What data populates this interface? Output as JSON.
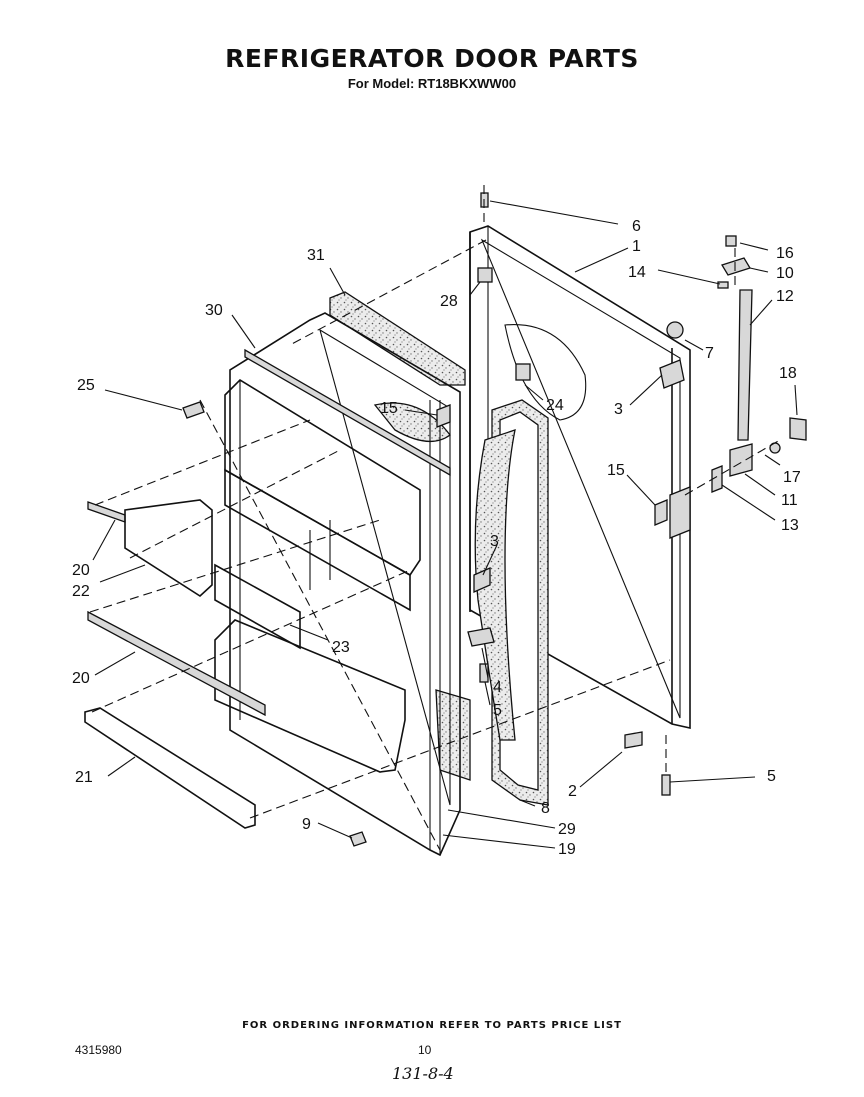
{
  "header": {
    "title": "REFRIGERATOR DOOR PARTS",
    "subtitle": "For Model: RT18BKXWW00"
  },
  "callouts": [
    {
      "label": "6"
    },
    {
      "label": "1"
    },
    {
      "label": "16"
    },
    {
      "label": "10"
    },
    {
      "label": "14"
    },
    {
      "label": "12"
    },
    {
      "label": "31"
    },
    {
      "label": "28"
    },
    {
      "label": "7"
    },
    {
      "label": "30"
    },
    {
      "label": "18"
    },
    {
      "label": "25"
    },
    {
      "label": "15"
    },
    {
      "label": "24"
    },
    {
      "label": "3"
    },
    {
      "label": "17"
    },
    {
      "label": "15"
    },
    {
      "label": "11"
    },
    {
      "label": "13"
    },
    {
      "label": "3"
    },
    {
      "label": "20"
    },
    {
      "label": "22"
    },
    {
      "label": "23"
    },
    {
      "label": "4"
    },
    {
      "label": "20"
    },
    {
      "label": "5"
    },
    {
      "label": "21"
    },
    {
      "label": "2"
    },
    {
      "label": "5"
    },
    {
      "label": "8"
    },
    {
      "label": "9"
    },
    {
      "label": "29"
    },
    {
      "label": "19"
    }
  ],
  "footer": {
    "note": "FOR ORDERING INFORMATION REFER TO PARTS PRICE LIST",
    "doc_number": "4315980",
    "page_number": "10",
    "handwritten": "131-8-4"
  }
}
